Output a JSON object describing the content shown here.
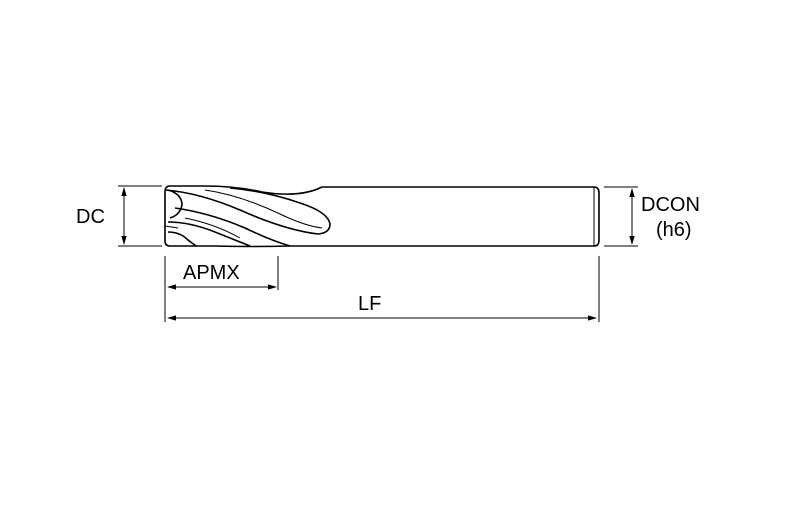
{
  "labels": {
    "dc": "DC",
    "dcon": "DCON",
    "tolerance": "(h6)",
    "apmx": "APMX",
    "lf": "LF"
  }
}
